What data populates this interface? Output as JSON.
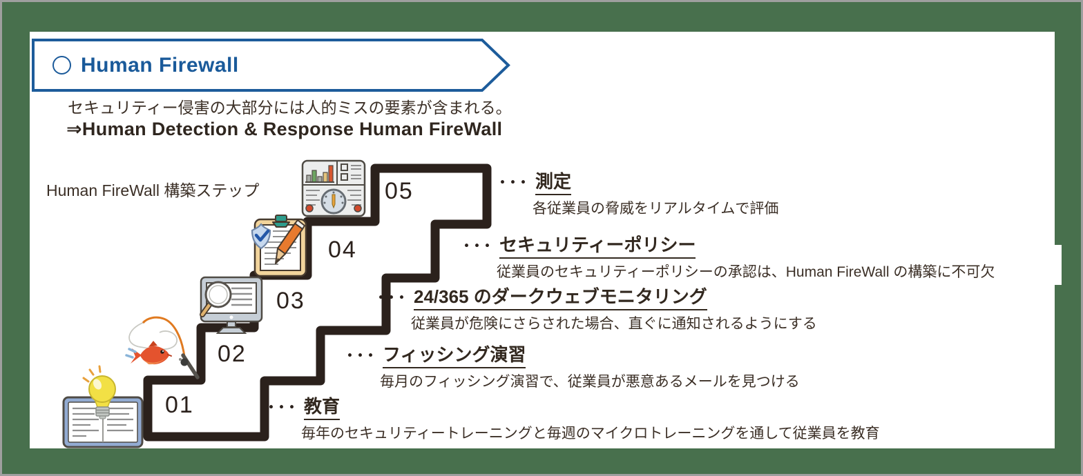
{
  "colors": {
    "frame_green": "#48704d",
    "frame_outer_border": "#9f9f9f",
    "banner_blue": "#1a5a9a",
    "staircase_dark": "#2b211c",
    "text_dark": "#3b2f26",
    "fish_orange": "#e4532e",
    "clipboard_tan": "#f2d49c",
    "bulb_yellow": "#f2e045"
  },
  "banner": {
    "marker_icon": "circle-outline-icon",
    "title": "Human Firewall"
  },
  "intro": {
    "line1": "セキュリティー侵害の大部分には人的ミスの要素が含まれる。",
    "line2": "⇒Human Detection & Response Human FireWall"
  },
  "staircase_label": "Human FireWall 構築ステップ",
  "dots": "・・・",
  "steps": [
    {
      "num": "01",
      "title": "教育",
      "desc": "毎年のセキュリティートレーニングと毎週のマイクロトレーニングを通して従業員を教育",
      "icon": "open-book-lightbulb-icon"
    },
    {
      "num": "02",
      "title": "フィッシング演習",
      "desc": "毎月のフィッシング演習で、従業員が悪意あるメールを見つける",
      "icon": "fishing-rod-fish-icon"
    },
    {
      "num": "03",
      "title": "24/365 のダークウェブモニタリング",
      "desc": "従業員が危険にさらされた場合、直ぐに通知されるようにする",
      "icon": "monitor-magnifier-icon"
    },
    {
      "num": "04",
      "title": "セキュリティーポリシー",
      "desc": "従業員のセキュリティーポリシーの承認は、Human FireWall の構築に不可欠",
      "icon": "clipboard-shield-pencil-icon"
    },
    {
      "num": "05",
      "title": "測定",
      "desc": "各従業員の脅威をリアルタイムで評価",
      "icon": "dashboard-gauge-icon"
    }
  ]
}
